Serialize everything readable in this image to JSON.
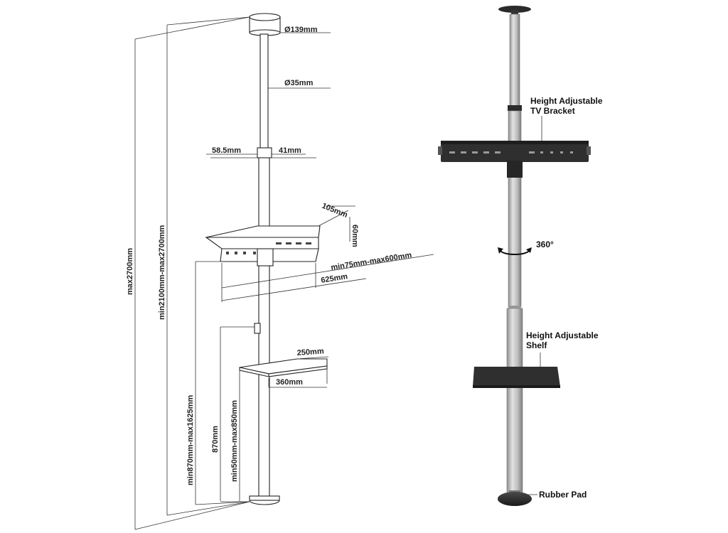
{
  "dimensions": {
    "top_plate_diameter": "Ø139mm",
    "pole_diameter": "Ø35mm",
    "collar_left": "58.5mm",
    "collar_right": "41mm",
    "bracket_depth": "105mm",
    "bracket_height": "60mm",
    "vesa_range": "min75mm-max600mm",
    "bracket_width": "625mm",
    "shelf_depth": "250mm",
    "shelf_width": "360mm",
    "total_height": "max2700mm",
    "pole_range": "min2100mm-max2700mm",
    "bracket_height_range": "min870mm-max1625mm",
    "bracket_min_height": "870mm",
    "shelf_height_range": "min50mm-max850mm"
  },
  "callouts": {
    "tv_bracket_line1": "Height Adjustable",
    "tv_bracket_line2": "TV Bracket",
    "rotation": "360°",
    "shelf_line1": "Height Adjustable",
    "shelf_line2": "Shelf",
    "rubber_pad": "Rubber Pad"
  },
  "colors": {
    "line": "#222222",
    "pole_grey": "#c4c4c4",
    "pole_shadow": "#9a9a9a",
    "black_part": "#2b2b2b"
  }
}
